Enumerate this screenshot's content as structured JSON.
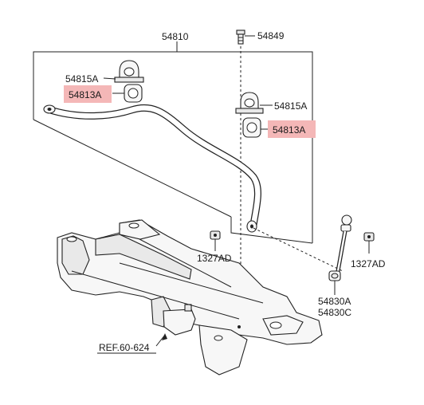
{
  "labels": {
    "assembly": "54810",
    "bolt": "54849",
    "bracket_left": "54815A",
    "bushing_left": "54813A",
    "bracket_right": "54815A",
    "bushing_right": "54813A",
    "nut_left": "1327AD",
    "nut_right": "1327AD",
    "link_a": "54830A",
    "link_c": "54830C",
    "reference": "REF.60-624"
  },
  "colors": {
    "highlight": "#f4b7b7",
    "line": "#222222",
    "part_fill": "#f7f7f7"
  }
}
